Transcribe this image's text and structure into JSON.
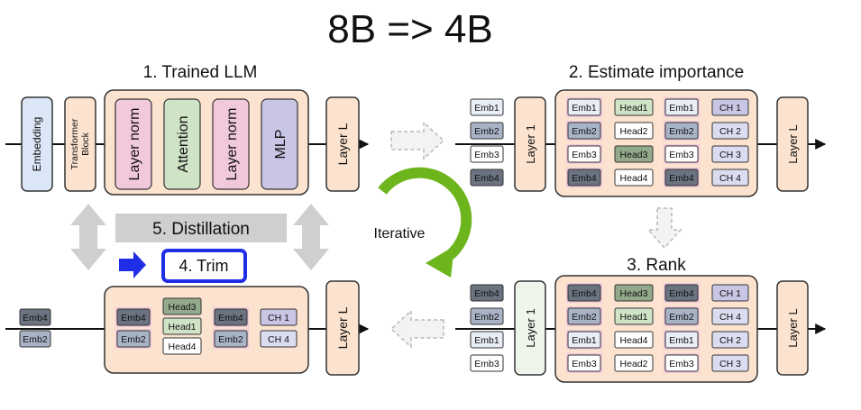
{
  "title": "8B => 4B",
  "steps": {
    "trained": "1. Trained LLM",
    "estimate": "2. Estimate importance",
    "rank": "3. Rank",
    "trim": "4. Trim",
    "distill": "5. Distillation"
  },
  "cycle_label": "Iterative",
  "trained_llm": {
    "embedding": "Embedding",
    "transformer_block": [
      "Transformer",
      "Block"
    ],
    "layer_norm": "Layer norm",
    "attention": "Attention",
    "mlp": "MLP",
    "layer_l": "Layer L"
  },
  "estimate": {
    "layer1": "Layer 1",
    "layer_l": "Layer L",
    "input": [
      "Emb1",
      "Emb2",
      "Emb3",
      "Emb4"
    ],
    "emb_col_a": [
      "Emb1",
      "Emb2",
      "Emb3",
      "Emb4"
    ],
    "heads": [
      "Head1",
      "Head2",
      "Head3",
      "Head4"
    ],
    "emb_col_b": [
      "Emb1",
      "Emb2",
      "Emb3",
      "Emb4"
    ],
    "channels": [
      "CH 1",
      "CH 2",
      "CH 3",
      "CH 4"
    ]
  },
  "rank": {
    "layer1": "Layer 1",
    "layer_l": "Layer L",
    "input": [
      "Emb4",
      "Emb2",
      "Emb1",
      "Emb3"
    ],
    "emb_col_a": [
      "Emb4",
      "Emb2",
      "Emb1",
      "Emb3"
    ],
    "heads": [
      "Head3",
      "Head1",
      "Head4",
      "Head2"
    ],
    "emb_col_b": [
      "Emb4",
      "Emb2",
      "Emb1",
      "Emb3"
    ],
    "channels": [
      "CH 1",
      "CH 4",
      "CH 2",
      "CH 3"
    ]
  },
  "trim": {
    "layer_l": "Layer L",
    "input": [
      "Emb4",
      "Emb2"
    ],
    "emb_col_a": [
      "Emb4",
      "Emb2"
    ],
    "heads": [
      "Head3",
      "Head1",
      "Head4"
    ],
    "emb_col_b": [
      "Emb4",
      "Emb2"
    ],
    "channels": [
      "CH 1",
      "CH 4"
    ]
  },
  "colors": {
    "peach": "#fbe3cf",
    "peach_border": "#3a3a3a",
    "emb_dark": "#6b7280",
    "emb_mid": "#a8b3c6",
    "emb_light": "#e8edf6",
    "emb_white": "#ffffff",
    "head_green": "#cfe3c6",
    "head_dark_green": "#93a98b",
    "ch_purple": "#c8c6e4",
    "ch_light": "#dcdcf0",
    "pink": "#f2c9db",
    "embedding_blue": "#dbe6f6",
    "trim_blue": "#1f2ee6",
    "cycle_green": "#6cb51c",
    "distill_gray": "#cfcfcf"
  }
}
